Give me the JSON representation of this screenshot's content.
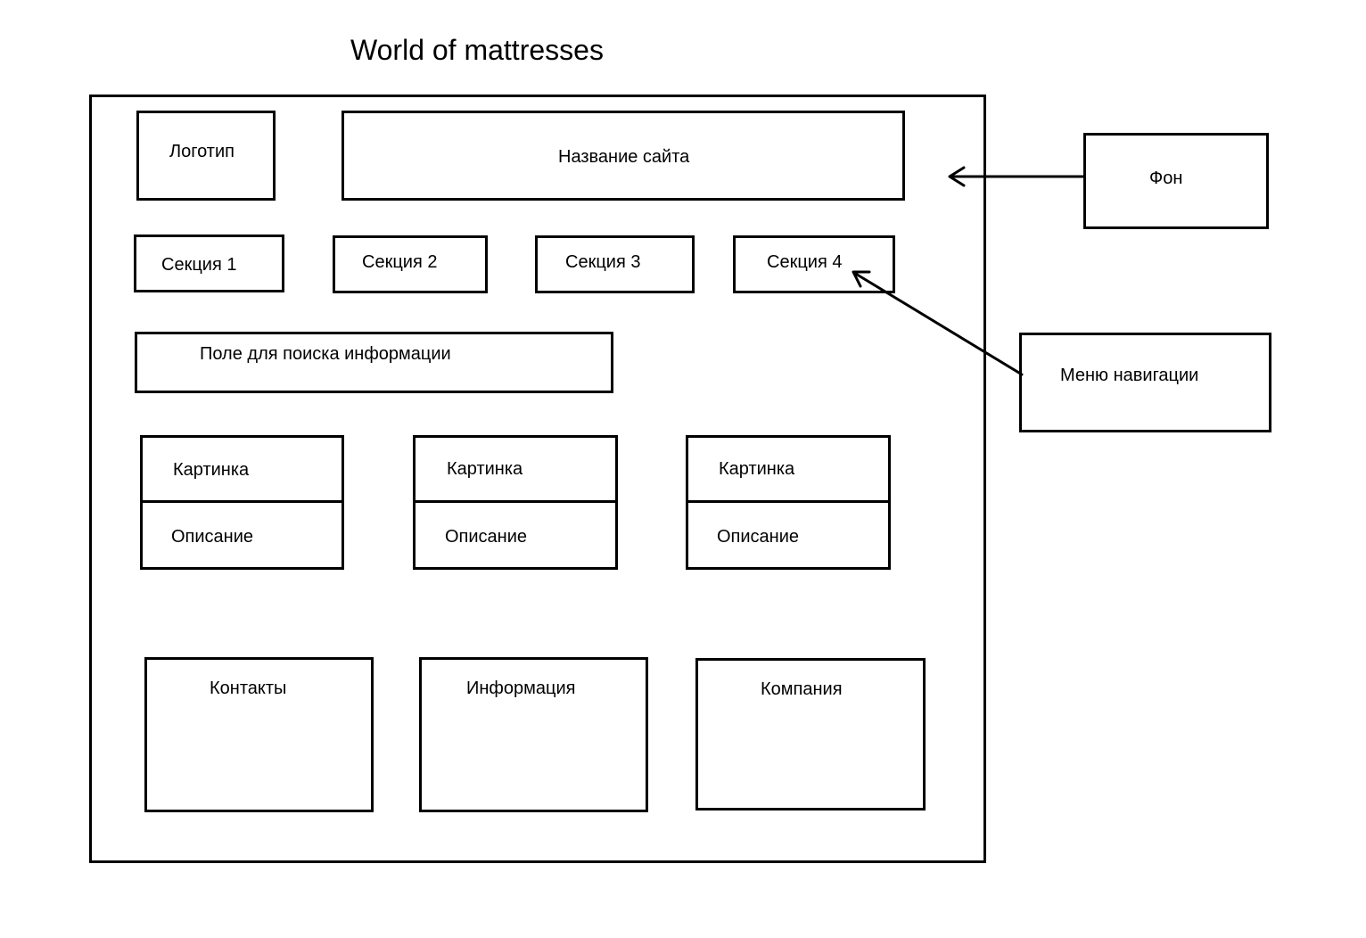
{
  "title": "World of mattresses",
  "header": {
    "logo_label": "Логотип",
    "site_name_label": "Название сайта"
  },
  "nav": {
    "sections": [
      "Секция 1",
      "Секция 2",
      "Секция 3",
      "Секция 4"
    ]
  },
  "search": {
    "label": "Поле для поиска информации"
  },
  "cards": [
    {
      "image_label": "Картинка",
      "description_label": "Описание"
    },
    {
      "image_label": "Картинка",
      "description_label": "Описание"
    },
    {
      "image_label": "Картинка",
      "description_label": "Описание"
    }
  ],
  "footer": {
    "items": [
      "Контакты",
      "Информация",
      "Компания"
    ]
  },
  "annotations": {
    "background": "Фон",
    "navigation_menu": "Меню навигации"
  }
}
